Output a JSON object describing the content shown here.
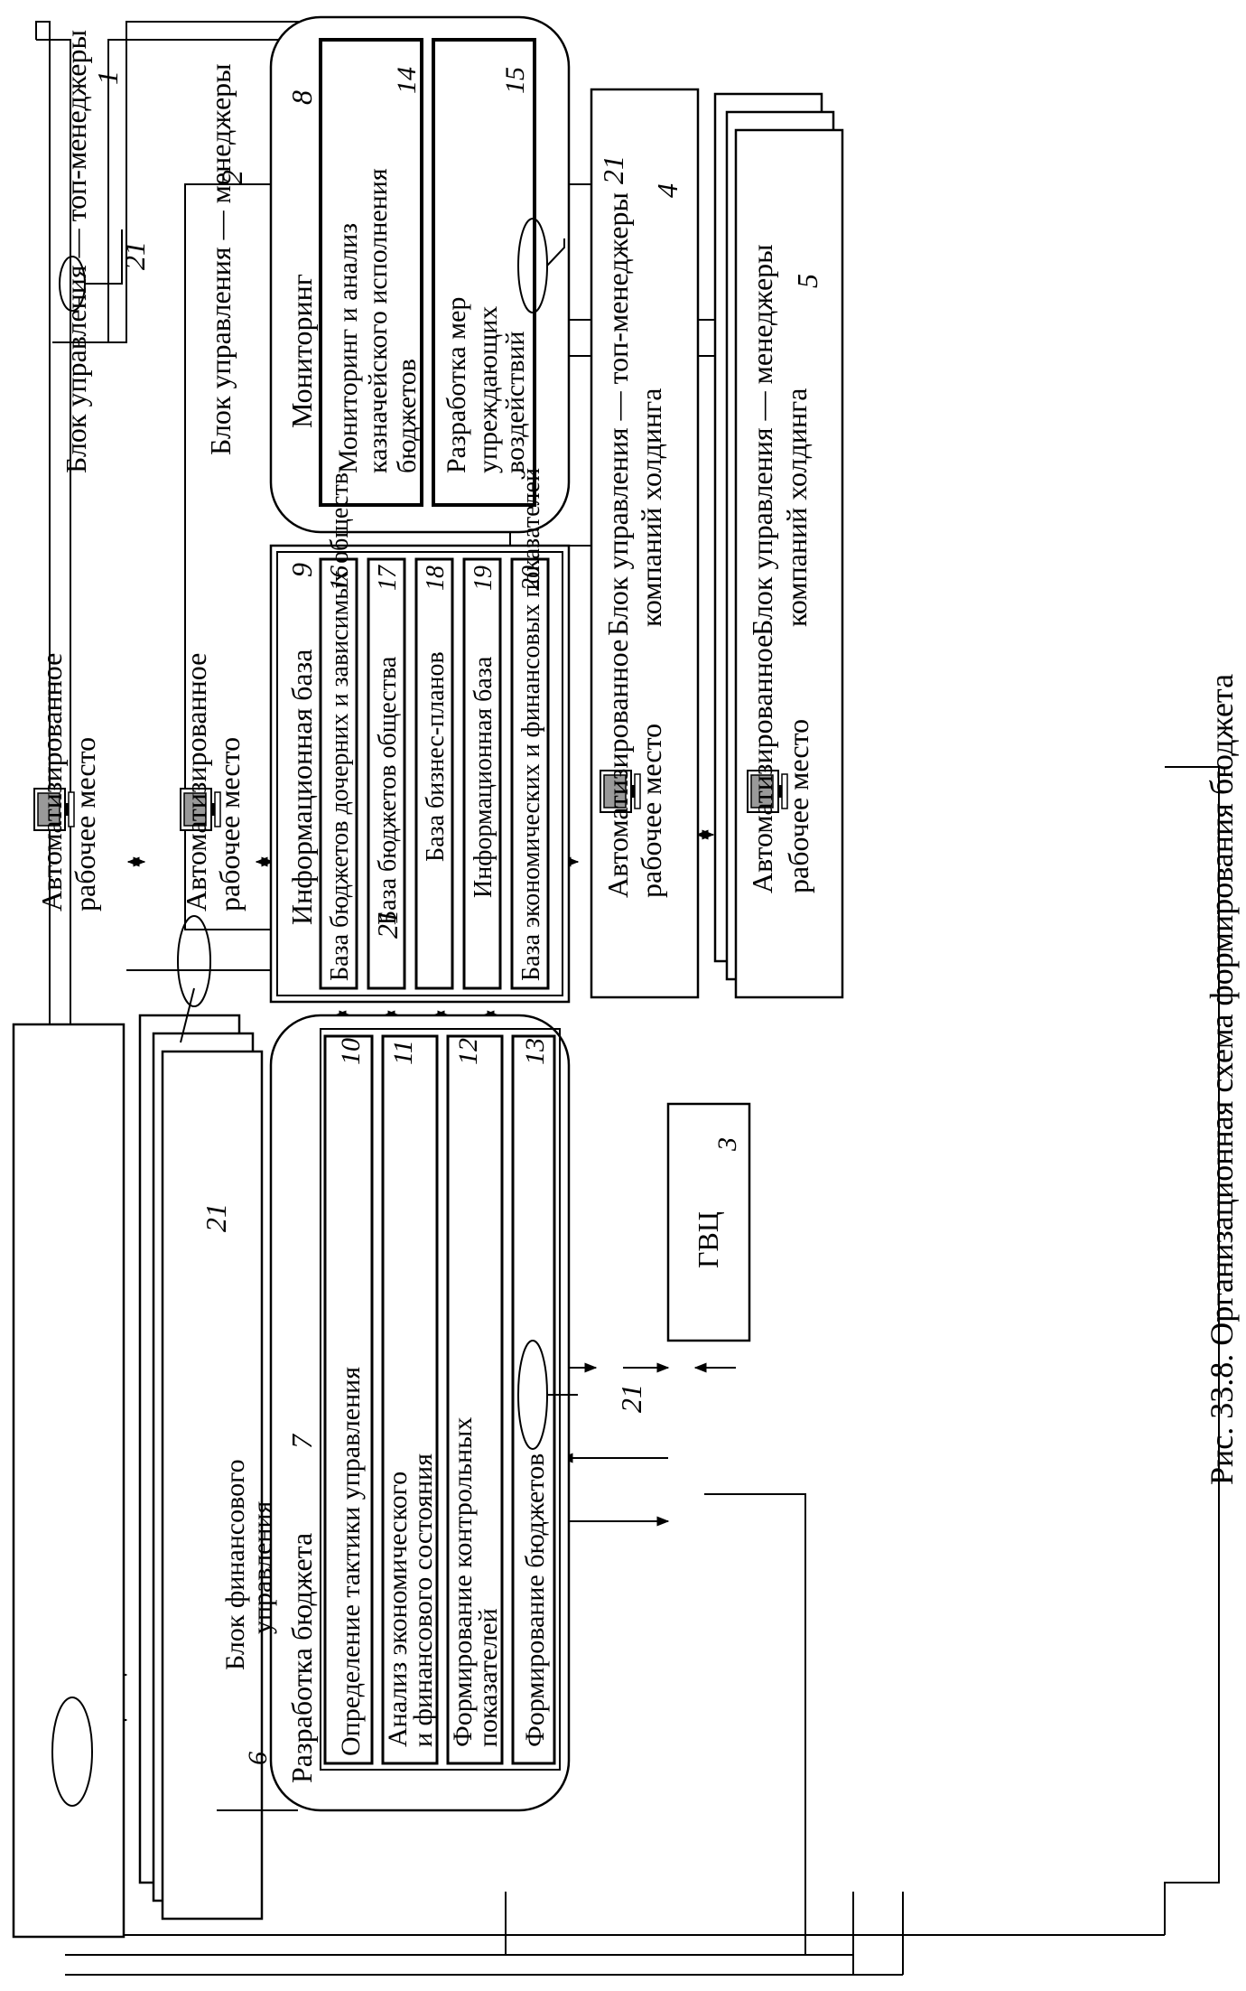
{
  "figure": {
    "caption": "Рис. 33.8. Организационная схема формирования бюджета"
  },
  "blocks": {
    "top_managers": {
      "title": "Блок управления — топ-менеджеры",
      "arm1": "Автоматизированное",
      "arm2": "рабочее место",
      "num": "1"
    },
    "managers": {
      "title": "Блок управления — менеджеры",
      "arm1": "Автоматизированное",
      "arm2": "рабочее место",
      "num": "2"
    },
    "gvc": {
      "title": "ГВЦ",
      "num": "3"
    },
    "holding_top": {
      "title1": "Блок управления — топ-менеджеры",
      "title2": "компаний холдинга",
      "arm1": "Автоматизированное",
      "arm2": "рабочее место",
      "num": "4"
    },
    "holding_managers": {
      "title1": "Блок управления — менеджеры",
      "title2": "компаний холдинга",
      "arm1": "Автоматизированное",
      "arm2": "рабочее место",
      "num": "5"
    },
    "financial": {
      "title1": "Блок финансового",
      "title2": "управления",
      "num": "6"
    },
    "budget_dev": {
      "title": "Разработка бюджета",
      "num": "7",
      "items": [
        {
          "l1": "Определение тактики управления",
          "l2": "",
          "num": "10"
        },
        {
          "l1": "Анализ экономического",
          "l2": "и финансового состояния",
          "num": "11"
        },
        {
          "l1": "Формирование контрольных",
          "l2": "показателей",
          "num": "12"
        },
        {
          "l1": "Формирование бюджетов",
          "l2": "",
          "num": "13"
        }
      ]
    },
    "monitoring": {
      "title": "Мониторинг",
      "num": "8",
      "items": [
        {
          "l1": "Мониторинг и анализ",
          "l2": "казначейского исполнения",
          "l3": "бюджетов",
          "num": "14"
        },
        {
          "l1": "Разработка мер",
          "l2": "упреждающих",
          "l3": "воздействий",
          "num": "15"
        }
      ]
    },
    "info_base": {
      "title": "Информационная база",
      "num": "9",
      "items": [
        {
          "label": "База бюджетов дочерних и зависимых обществ",
          "num": "16"
        },
        {
          "label": "База бюджетов общества",
          "num": "17"
        },
        {
          "label": "База бизнес-планов",
          "num": "18"
        },
        {
          "label": "Информационная база",
          "num": "19"
        },
        {
          "label": "База экономических и финансовых показателей",
          "num": "20"
        }
      ]
    }
  },
  "channel_label": "21"
}
